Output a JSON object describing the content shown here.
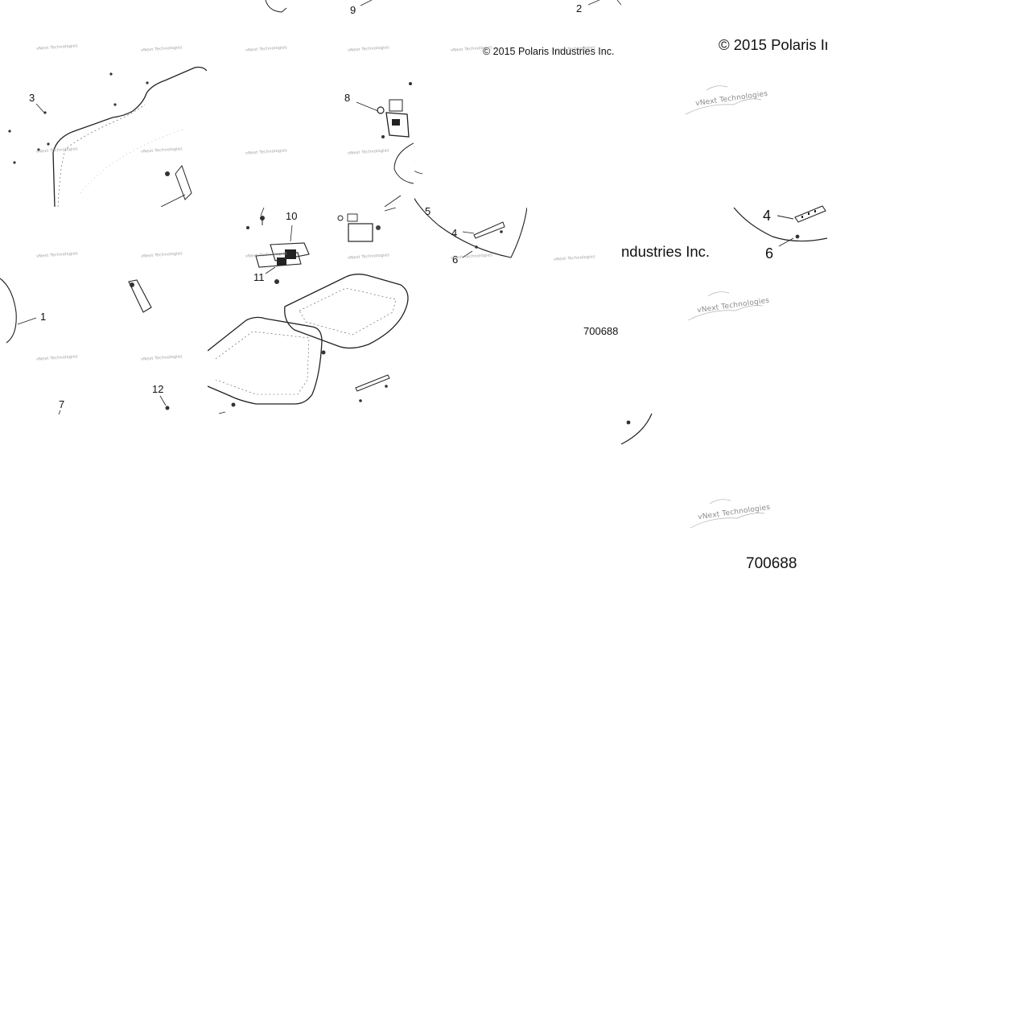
{
  "diagram": {
    "copyright": "© 2015 Polaris Industries Inc.",
    "copyright_partial_top": "© 2015 Polaris Ir",
    "copyright_partial_mid": "ndustries Inc.",
    "figure_number": "700688",
    "watermark_small": "vNext Technologies",
    "watermark_large": "vNext Technologies",
    "callouts": {
      "c1": "1",
      "c2": "2",
      "c3": "3",
      "c4": "4",
      "c5": "5",
      "c6": "6",
      "c7": "7",
      "c8": "8",
      "c9": "9",
      "c10": "10",
      "c11": "11",
      "c12": "12",
      "big4": "4",
      "big6": "6"
    }
  }
}
